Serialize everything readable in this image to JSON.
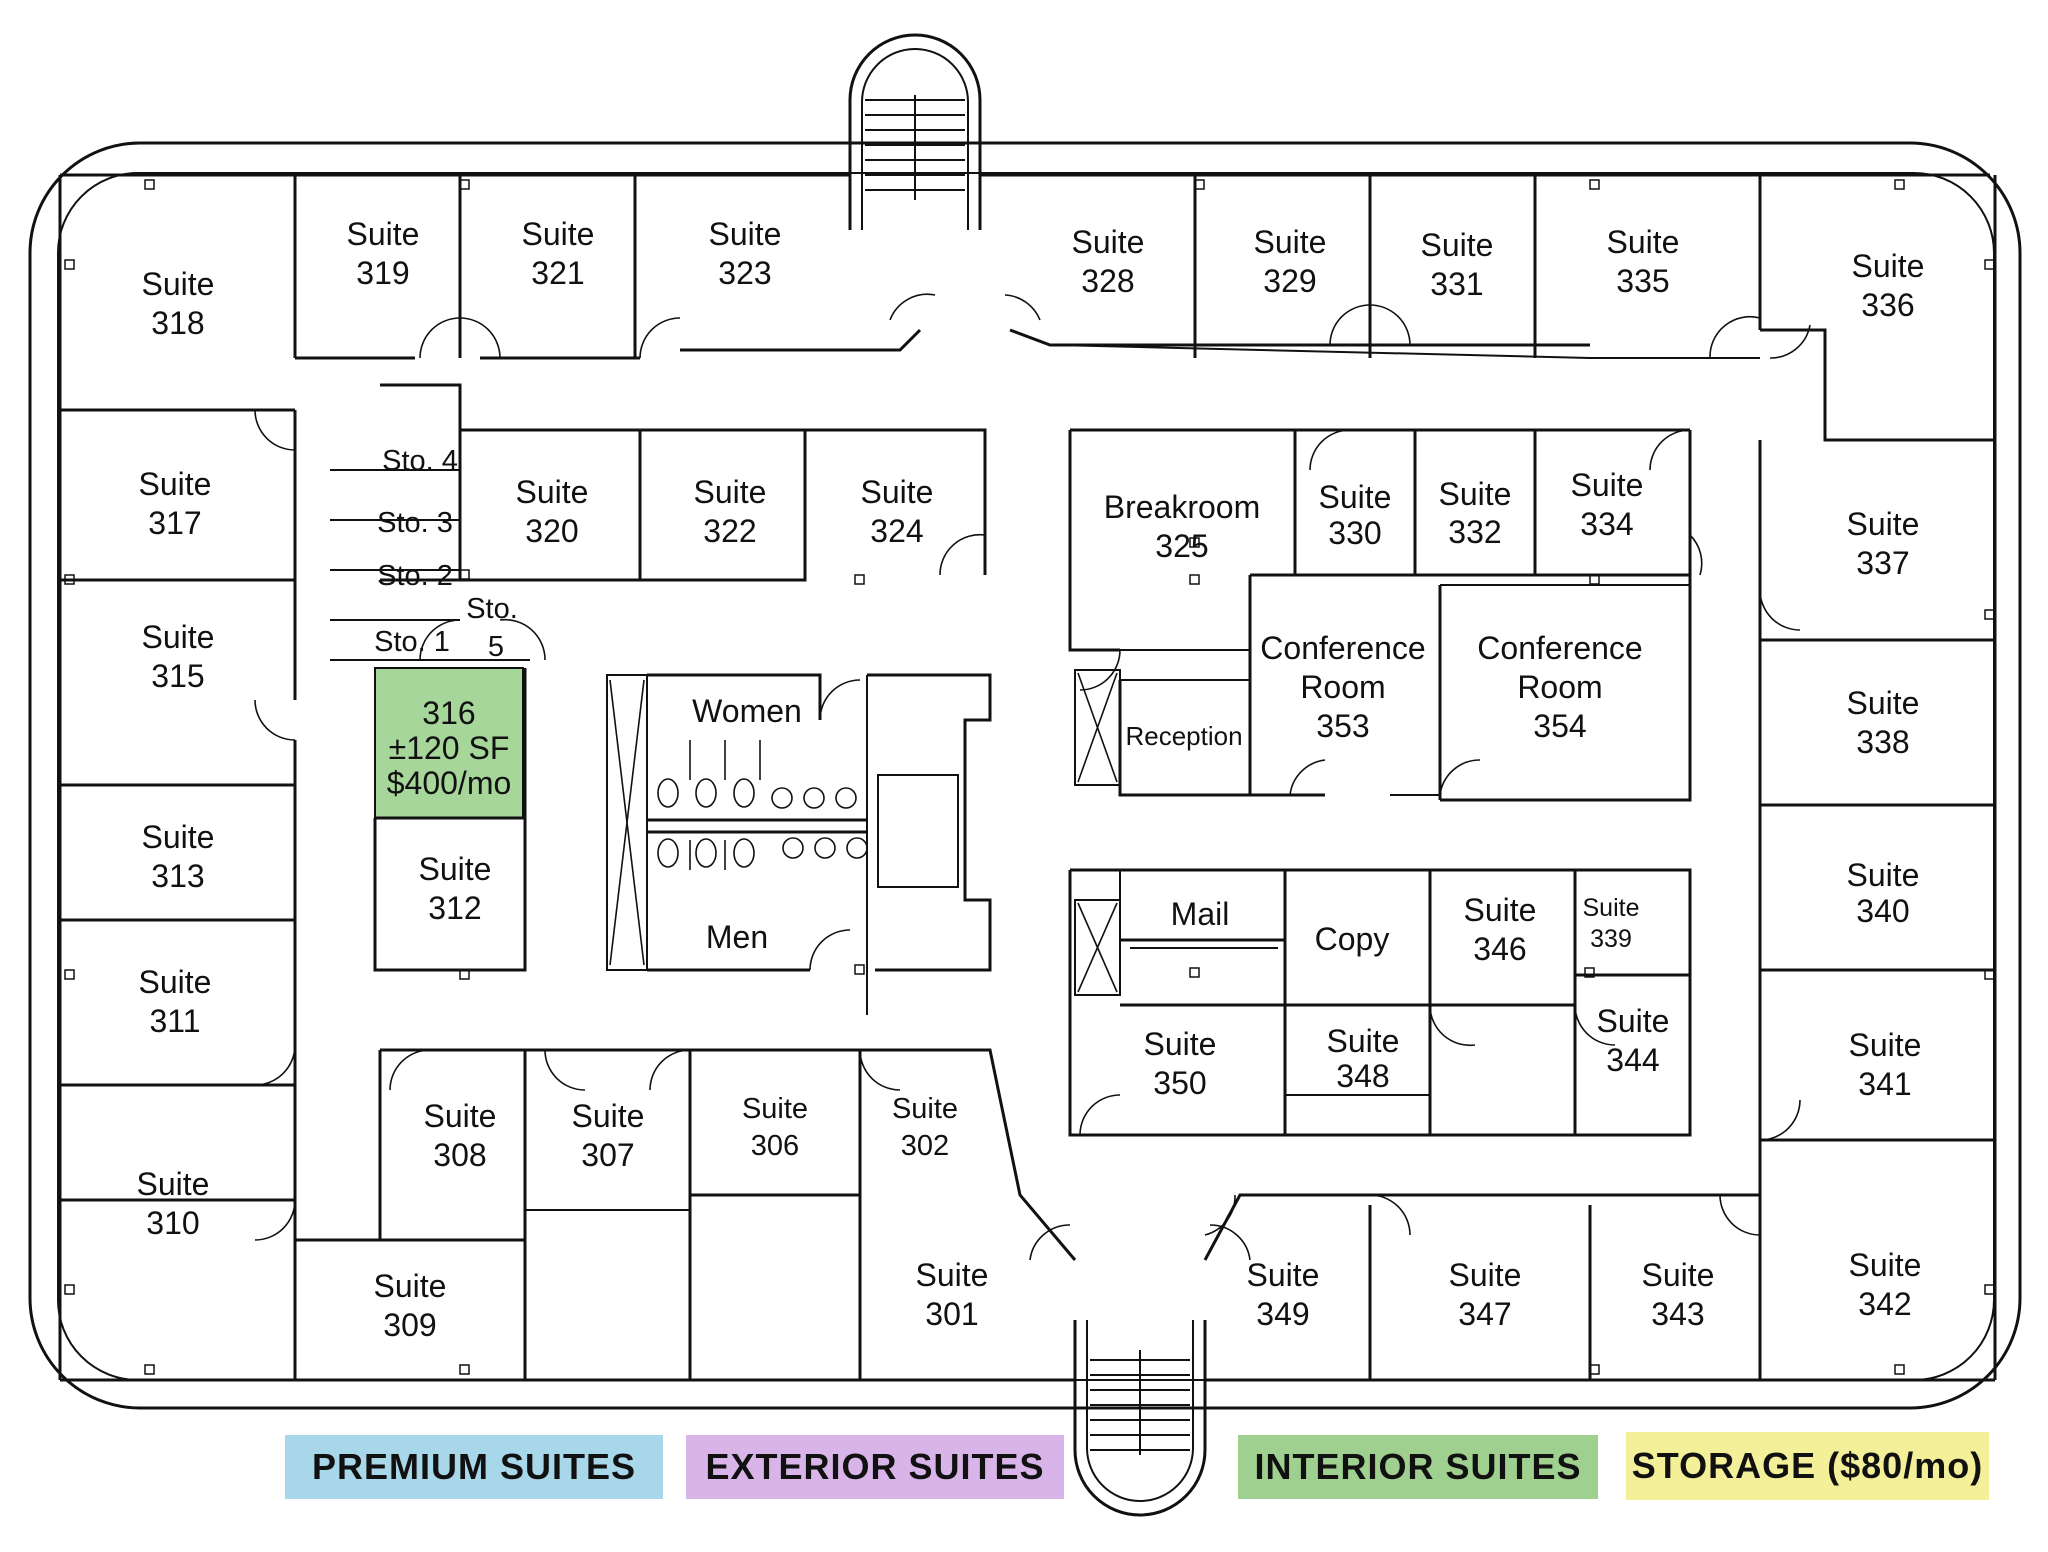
{
  "colors": {
    "premium": "#a8d7ea",
    "exterior": "#d8b4e8",
    "interior": "#9fd08f",
    "storage": "#f4f09a",
    "highlight_316": "#a6d69a"
  },
  "rooms": {
    "s318": {
      "l1": "Suite",
      "l2": "318"
    },
    "s319": {
      "l1": "Suite",
      "l2": "319"
    },
    "s321": {
      "l1": "Suite",
      "l2": "321"
    },
    "s323": {
      "l1": "Suite",
      "l2": "323"
    },
    "s328": {
      "l1": "Suite",
      "l2": "328"
    },
    "s329": {
      "l1": "Suite",
      "l2": "329"
    },
    "s331": {
      "l1": "Suite",
      "l2": "331"
    },
    "s335": {
      "l1": "Suite",
      "l2": "335"
    },
    "s336": {
      "l1": "Suite",
      "l2": "336"
    },
    "s317": {
      "l1": "Suite",
      "l2": "317"
    },
    "s315": {
      "l1": "Suite",
      "l2": "315"
    },
    "s313": {
      "l1": "Suite",
      "l2": "313"
    },
    "s311": {
      "l1": "Suite",
      "l2": "311"
    },
    "s310": {
      "l1": "Suite",
      "l2": "310"
    },
    "s309": {
      "l1": "Suite",
      "l2": "309"
    },
    "s308": {
      "l1": "Suite",
      "l2": "308"
    },
    "s307": {
      "l1": "Suite",
      "l2": "307"
    },
    "s306": {
      "l1": "Suite",
      "l2": "306"
    },
    "s302": {
      "l1": "Suite",
      "l2": "302"
    },
    "s301": {
      "l1": "Suite",
      "l2": "301"
    },
    "s349": {
      "l1": "Suite",
      "l2": "349"
    },
    "s347": {
      "l1": "Suite",
      "l2": "347"
    },
    "s343": {
      "l1": "Suite",
      "l2": "343"
    },
    "s342": {
      "l1": "Suite",
      "l2": "342"
    },
    "s341": {
      "l1": "Suite",
      "l2": "341"
    },
    "s340": {
      "l1": "Suite",
      "l2": "340"
    },
    "s338": {
      "l1": "Suite",
      "l2": "338"
    },
    "s337": {
      "l1": "Suite",
      "l2": "337"
    },
    "s320": {
      "l1": "Suite",
      "l2": "320"
    },
    "s322": {
      "l1": "Suite",
      "l2": "322"
    },
    "s324": {
      "l1": "Suite",
      "l2": "324"
    },
    "s312": {
      "l1": "Suite",
      "l2": "312"
    },
    "s316": {
      "l1": "316",
      "l2": "±120 SF",
      "l3": "$400/mo"
    },
    "sto4": {
      "l1": "Sto. 4"
    },
    "sto3": {
      "l1": "Sto. 3"
    },
    "sto2": {
      "l1": "Sto. 2"
    },
    "sto1": {
      "l1": "Sto. 1"
    },
    "sto5": {
      "l1": "Sto.",
      "l2": "5"
    },
    "women": {
      "l1": "Women"
    },
    "men": {
      "l1": "Men"
    },
    "breakroom": {
      "l1": "Breakroom",
      "l2": "325"
    },
    "s330": {
      "l1": "Suite",
      "l2": "330"
    },
    "s332": {
      "l1": "Suite",
      "l2": "332"
    },
    "s334": {
      "l1": "Suite",
      "l2": "334"
    },
    "conf353": {
      "l1": "Conference",
      "l2": "Room",
      "l3": "353"
    },
    "conf354": {
      "l1": "Conference",
      "l2": "Room",
      "l3": "354"
    },
    "reception": {
      "l1": "Reception"
    },
    "mail": {
      "l1": "Mail"
    },
    "copy": {
      "l1": "Copy"
    },
    "s346": {
      "l1": "Suite",
      "l2": "346"
    },
    "s339": {
      "l1": "Suite",
      "l2": "339"
    },
    "s350": {
      "l1": "Suite",
      "l2": "350"
    },
    "s348": {
      "l1": "Suite",
      "l2": "348"
    },
    "s344": {
      "l1": "Suite",
      "l2": "344"
    }
  },
  "legend": {
    "premium": "PREMIUM  SUITES",
    "exterior": "EXTERIOR SUITES",
    "interior": "INTERIOR  SUITES",
    "storage": "STORAGE ($80/mo)"
  }
}
